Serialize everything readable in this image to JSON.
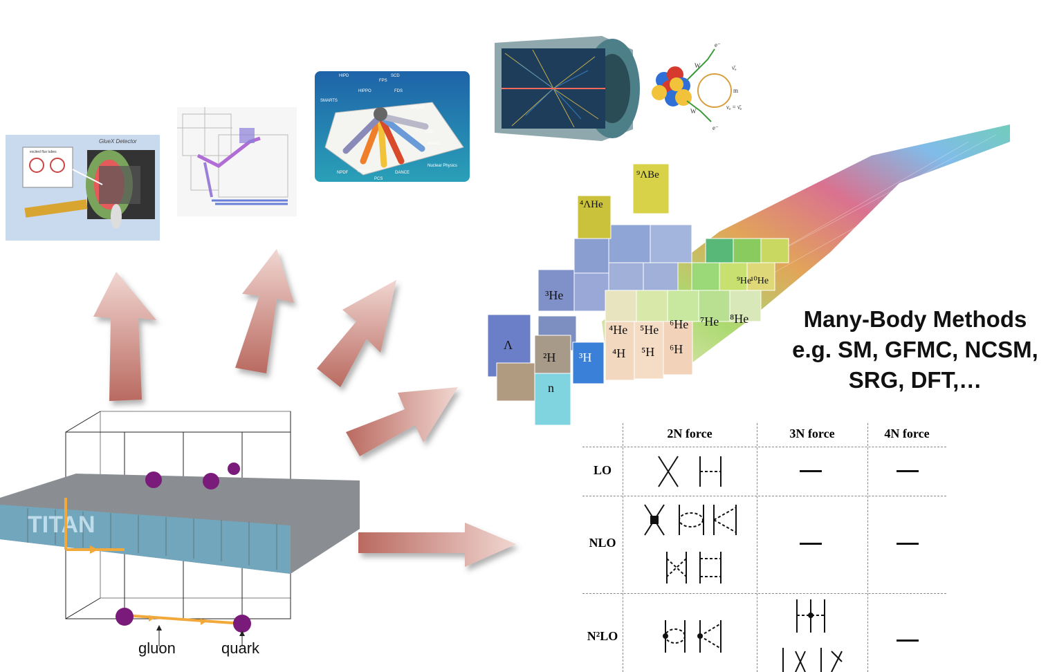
{
  "many_body": {
    "line1": "Many-Body Methods",
    "line2": "e.g. SM, GFMC, NCSM,",
    "line3": "SRG, DFT,…"
  },
  "force_table": {
    "headers": [
      "2N force",
      "3N force",
      "4N force"
    ],
    "rows": [
      {
        "label": "LO",
        "three_n": "—",
        "four_n": "—"
      },
      {
        "label": "NLO",
        "three_n": "—",
        "four_n": "—"
      },
      {
        "label": "N²LO",
        "three_n": "",
        "four_n": "—"
      }
    ]
  },
  "lattice": {
    "gluon_label": "gluon",
    "quark_label": "quark",
    "titan_text": "TITAN"
  },
  "gluex": {
    "title": "GlueX Detector",
    "label_flux": "excited flux tubes"
  },
  "lansce": {
    "labels": [
      "HIPD",
      "FPS",
      "SCD",
      "HIPPO",
      "FDS",
      "SMARTS",
      "SPEAR",
      "LQD",
      "Asterix",
      "NPDF",
      "Pharos",
      "DANCE",
      "PCS",
      "Nuclear Physics"
    ]
  },
  "chart3d": {
    "labels": [
      "Λ",
      "n",
      "³H",
      "²H",
      "⁴H",
      "⁵H",
      "⁶H",
      "³He",
      "⁴He",
      "⁵He",
      "⁶He",
      "⁷He",
      "⁸He",
      "⁹He",
      "¹⁰He",
      "⁴ΛHe",
      "⁹ΛBe"
    ]
  },
  "colors": {
    "arrow": "#c98b82",
    "quark": "#7a1a7a",
    "gluon": "#f2a93b",
    "table_dash": "#888888"
  }
}
